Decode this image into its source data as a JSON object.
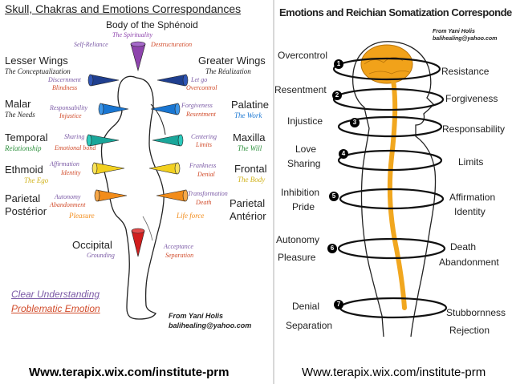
{
  "left": {
    "title": "Skull, Chakras and Emotions Correspondances",
    "top_center": {
      "label": "Body of the Sphénoid",
      "sub": "The Spirituality",
      "pos": "Self-Reliance",
      "neg": "Destructuration"
    },
    "regions": [
      {
        "label": "Lesser Wings",
        "sub": "The Conceptualization",
        "pos": "Discernment",
        "neg": "Blindness"
      },
      {
        "label": "Malar",
        "sub": "The Needs",
        "pos": "Responsability",
        "neg": "Injustice"
      },
      {
        "label": "Temporal",
        "sub": "Relationship",
        "pos": "Sharing",
        "neg": "Emotional bond"
      },
      {
        "label": "Ethmoid",
        "sub": "The Ego",
        "pos": "Affirmation",
        "neg": "Identity"
      },
      {
        "label": "Parietal",
        "label2": "Postérior",
        "pos": "Autonomy",
        "neg": "Abandonment",
        "sub": "Pleasure"
      },
      {
        "label": "Greater Wings",
        "sub": "The Réalization",
        "pos": "Let go",
        "neg": "Overcontrol"
      },
      {
        "label": "Palatine",
        "sub": "The Work",
        "pos": "Forgiveness",
        "neg": "Resentment"
      },
      {
        "label": "Maxilla",
        "sub": "The Will",
        "pos": "Centering",
        "neg": "Limits"
      },
      {
        "label": "Frontal",
        "sub": "The Body",
        "pos": "Frankness",
        "neg": "Denial"
      },
      {
        "label": "Parietal",
        "label2": "Antérior",
        "pos": "Transformation",
        "neg": "Death",
        "sub": "Life force"
      },
      {
        "label": "Occipital",
        "pos": "Grounding",
        "neg": "Separation",
        "pos2": "Acceptance"
      }
    ],
    "legend": {
      "positive": "Clear Understanding",
      "negative": "Problematic Emotion"
    },
    "credit": {
      "line1": "From Yani Holis",
      "line2": "balihealing@yahoo.com"
    },
    "footer": "Www.terapix.wix.com/institute-prm"
  },
  "right": {
    "title": "Emotions and Reichian Somatization Correspondences",
    "credit": {
      "line1": "From Yani Holis",
      "line2": "balihealing@yahoo.com"
    },
    "levels": [
      {
        "num": "1",
        "left": [
          "Overcontrol"
        ],
        "right": [
          "Resistance"
        ]
      },
      {
        "num": "2",
        "left": [
          "Resentment"
        ],
        "right": [
          "Forgiveness"
        ]
      },
      {
        "num": "3",
        "left": [
          "Injustice"
        ],
        "right": [
          "Responsability"
        ]
      },
      {
        "num": "4",
        "left": [
          "Love",
          "Sharing"
        ],
        "right": [
          "Limits"
        ]
      },
      {
        "num": "5",
        "left": [
          "Inhibition",
          "Pride"
        ],
        "right": [
          "Affirmation",
          "Identity"
        ]
      },
      {
        "num": "6",
        "left": [
          "Autonomy",
          "Pleasure"
        ],
        "right": [
          "Death",
          "Abandonment"
        ]
      },
      {
        "num": "7",
        "left": [
          "Denial",
          "Separation"
        ],
        "right": [
          "Stubbornness",
          "Rejection"
        ]
      }
    ],
    "footer": "Www.terapix.wix.com/institute-prm"
  },
  "colors": {
    "positive": "#7b5aa6",
    "negative": "#d14b2a",
    "violet": "#8e44ad",
    "indigo": "#1f3f8f",
    "blue": "#1976d2",
    "teal": "#1aa69a",
    "yellow": "#f2d01f",
    "orange": "#f28c1a",
    "red": "#d11d1d",
    "spine": "#f1a71f",
    "brain": "#f1a21a"
  }
}
